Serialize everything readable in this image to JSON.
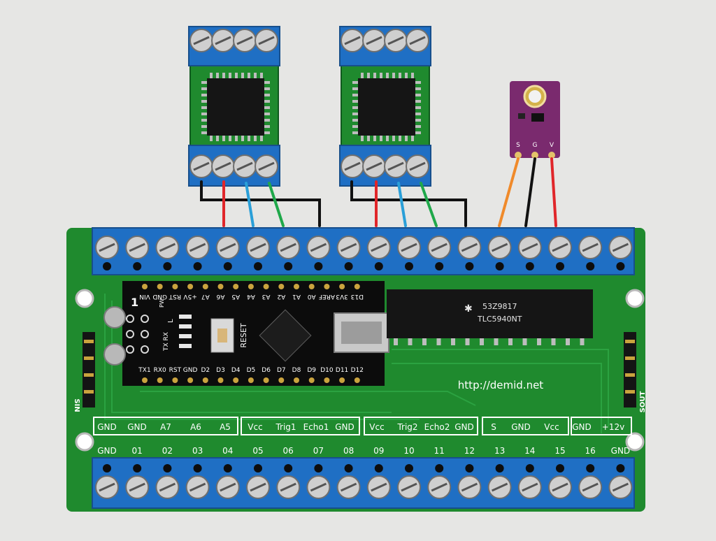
{
  "colors": {
    "pcb_green": "#1f8a2e",
    "terminal_blue": "#1f6fc4",
    "wire_red": "#e0262a",
    "wire_blue": "#2a9fd8",
    "wire_green": "#1fa84a",
    "wire_black": "#111111",
    "wire_orange": "#f08a2a",
    "sensor_purple": "#7a2a6e"
  },
  "board": {
    "url": "http://demid.net",
    "sin_label": "SIN",
    "sout_label": "SOUT",
    "chip_brand": "53Z9817",
    "chip_name": "TLC5940NT",
    "groups": [
      {
        "labels": [
          "GND",
          "GND",
          "A7",
          "A6",
          "A5"
        ]
      },
      {
        "labels": [
          "Vcc",
          "Trig1",
          "Echo1",
          "GND"
        ]
      },
      {
        "labels": [
          "Vcc",
          "Trig2",
          "Echo2",
          "GND"
        ]
      },
      {
        "labels": [
          "S",
          "GND",
          "Vcc"
        ]
      },
      {
        "labels": [
          "GND",
          "+12v"
        ]
      }
    ],
    "bottom_pins": [
      "GND",
      "01",
      "02",
      "03",
      "04",
      "05",
      "06",
      "07",
      "08",
      "09",
      "10",
      "11",
      "12",
      "13",
      "14",
      "15",
      "16",
      "GND"
    ]
  },
  "arduino": {
    "top_pins": [
      "VIN",
      "GND",
      "RST",
      "+5V",
      "A7",
      "A6",
      "A5",
      "A4",
      "A3",
      "A2",
      "A1",
      "A0",
      "AREF",
      "3V3",
      "D13"
    ],
    "bottom_pins": [
      "TX1",
      "RX0",
      "RST",
      "GND",
      "D2",
      "D3",
      "D4",
      "D5",
      "D6",
      "D7",
      "D8",
      "D9",
      "D10",
      "D11",
      "D12"
    ],
    "reset_label": "RESET",
    "led_label": "L",
    "txrx_label": "TX RX",
    "pwr_label": "PW",
    "number_label": "1"
  },
  "sensor": {
    "pins": [
      "S",
      "G",
      "V"
    ]
  }
}
